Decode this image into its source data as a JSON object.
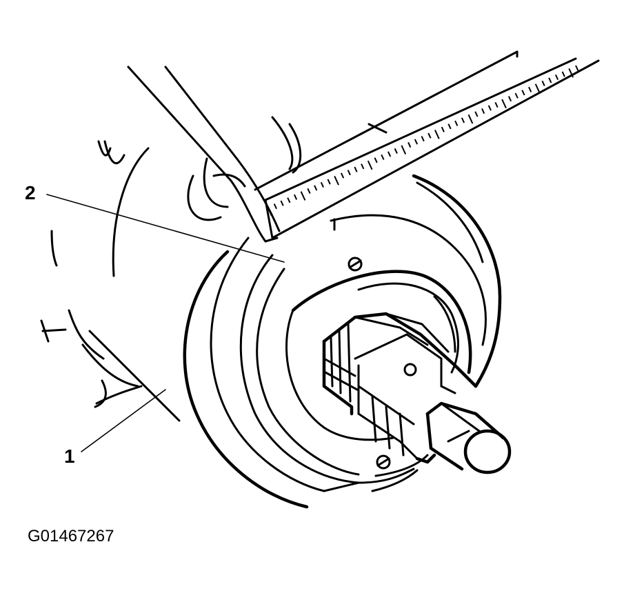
{
  "callouts": [
    {
      "id": "1",
      "text": "1"
    },
    {
      "id": "2",
      "text": "2"
    }
  ],
  "figure_code": "G01467267",
  "colors": {
    "ink": "#000000",
    "paper": "#ffffff"
  }
}
